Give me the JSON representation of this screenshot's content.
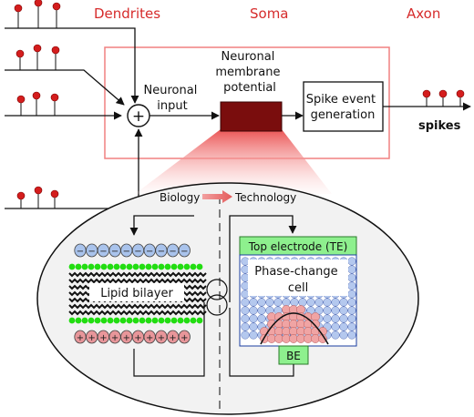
{
  "sections": {
    "dendrites": "Dendrites",
    "soma": "Soma",
    "axon": "Axon"
  },
  "soma": {
    "sum_symbol": "+",
    "neuronal_input": [
      "Neuronal",
      "input"
    ],
    "membrane_potential": [
      "Neuronal",
      "membrane",
      "potential"
    ],
    "spike_generation": [
      "Spike event",
      "generation"
    ],
    "spikes_label": "spikes"
  },
  "inset": {
    "biology_label": "Biology",
    "technology_label": "Technology",
    "lipid_label": "Lipid bilayer",
    "minus_sign": "−",
    "plus_sign": "+",
    "top_electrode": "Top electrode (TE)",
    "pcm_cell": [
      "Phase-change",
      "cell"
    ],
    "bottom_electrode": "BE"
  },
  "colors": {
    "section_red": "#d62c2c",
    "membrane_dark": "#7a0d0d",
    "pin_red": "#d41d1d",
    "soma_frame": "#f08080",
    "ion_negative_fill": "#a9c3ec",
    "ion_positive_fill": "#e8969a",
    "lipid_head": "#22dd11",
    "top_electrode": "#8ef08e",
    "cell_bubble": "#b4c8ee",
    "amorphous": "#f0a4a4"
  }
}
